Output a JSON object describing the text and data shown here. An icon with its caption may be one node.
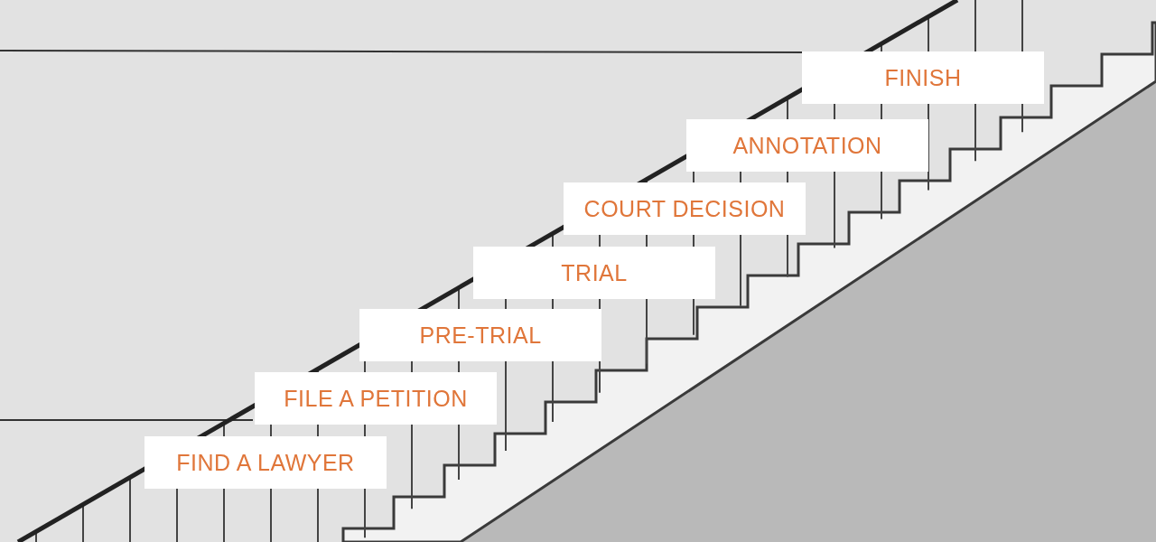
{
  "diagram": {
    "nodes": [
      {
        "text": [
          "FIND A LAWYER"
        ]
      },
      {
        "text": [
          "FILE A PETITION"
        ]
      },
      {
        "text": [
          "PRE-TRIAL"
        ]
      },
      {
        "text": [
          "TRIAL"
        ]
      },
      {
        "text": [
          "COURT DECISION"
        ]
      },
      {
        "text": [
          "ANNOTATION"
        ]
      },
      {
        "text": [
          "FINISH"
        ]
      }
    ],
    "edges": []
  }
}
